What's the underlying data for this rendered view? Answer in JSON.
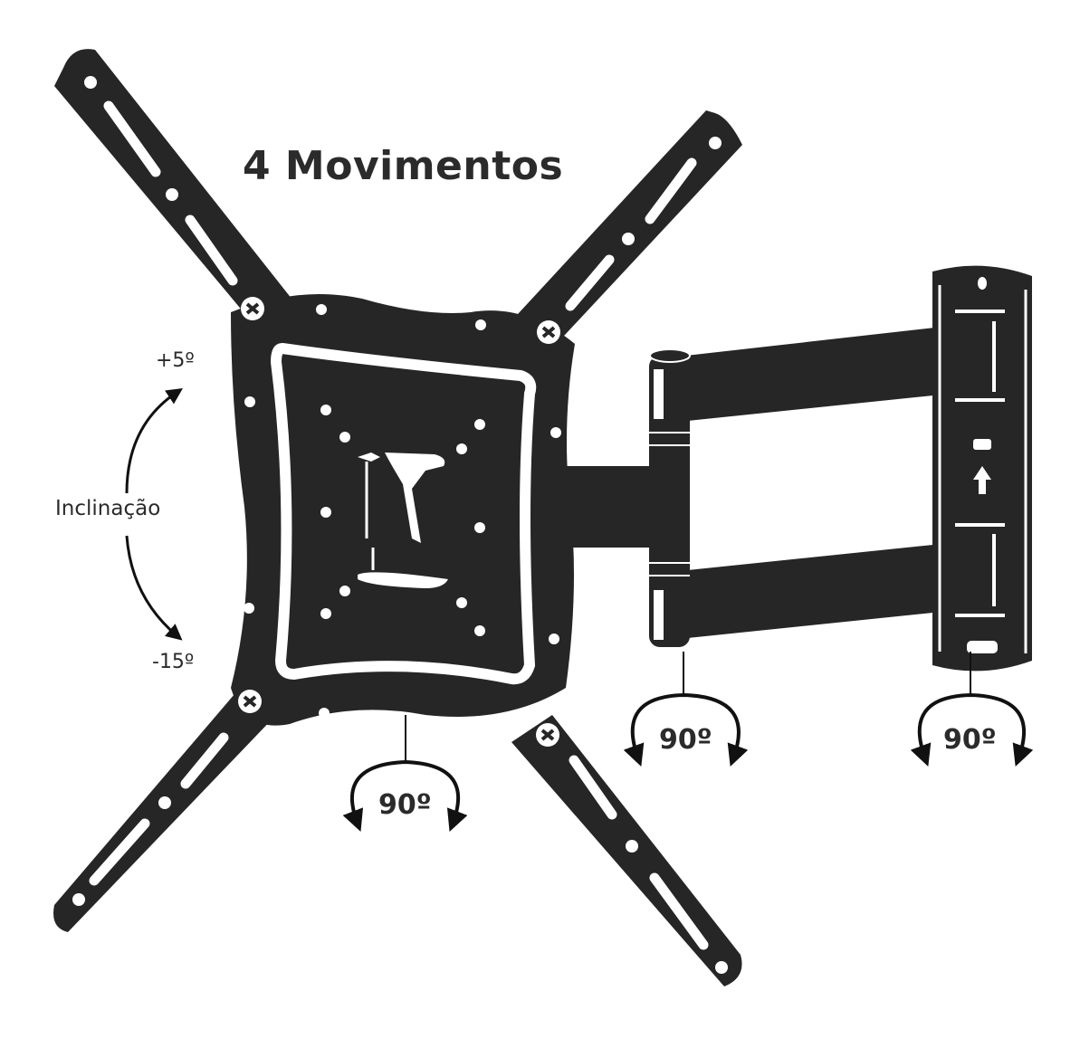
{
  "title": "4 Movimentos",
  "tilt": {
    "label": "Inclinação",
    "up": "+5º",
    "down": "-15º"
  },
  "swivels": [
    {
      "id": "plate",
      "label": "90º"
    },
    {
      "id": "elbow",
      "label": "90º"
    },
    {
      "id": "wall",
      "label": "90º"
    }
  ],
  "colors": {
    "metal": "#262626",
    "background": "#ffffff",
    "text": "#2b2b2b"
  },
  "components": {
    "arm_icon": "tv-mounting-plate-x-arms",
    "pivot_icon": "articulated-double-arm",
    "wall_icon": "wall-plate-with-up-arrow"
  }
}
